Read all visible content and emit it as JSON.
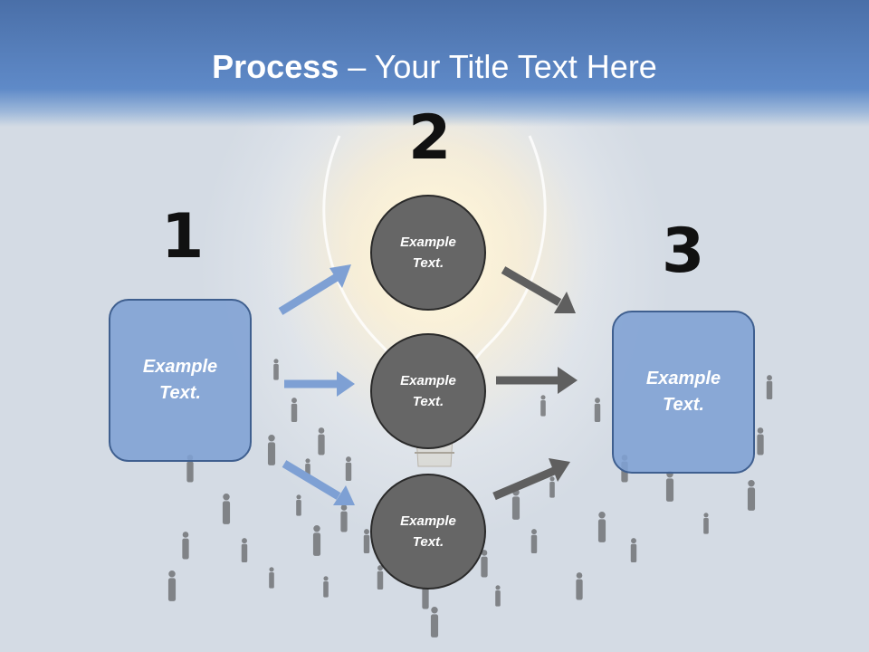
{
  "slide": {
    "title_bold": "Process",
    "title_rest": " – Your Title Text Here",
    "steps": [
      {
        "number": "1",
        "text_line1": "Example",
        "text_line2": "Text."
      },
      {
        "number": "2"
      },
      {
        "number": "3",
        "text_line1": "Example",
        "text_line2": "Text."
      }
    ],
    "circles": [
      {
        "text_line1": "Example",
        "text_line2": "Text."
      },
      {
        "text_line1": "Example",
        "text_line2": "Text."
      },
      {
        "text_line1": "Example",
        "text_line2": "Text."
      }
    ]
  },
  "colors": {
    "header": "#5f8ac8",
    "box_fill": "#7ea0d4",
    "box_border": "#3f5f8f",
    "circle_fill": "#666666",
    "blue_arrow": "#7ea0d4",
    "gray_arrow": "#5f5f5f"
  }
}
